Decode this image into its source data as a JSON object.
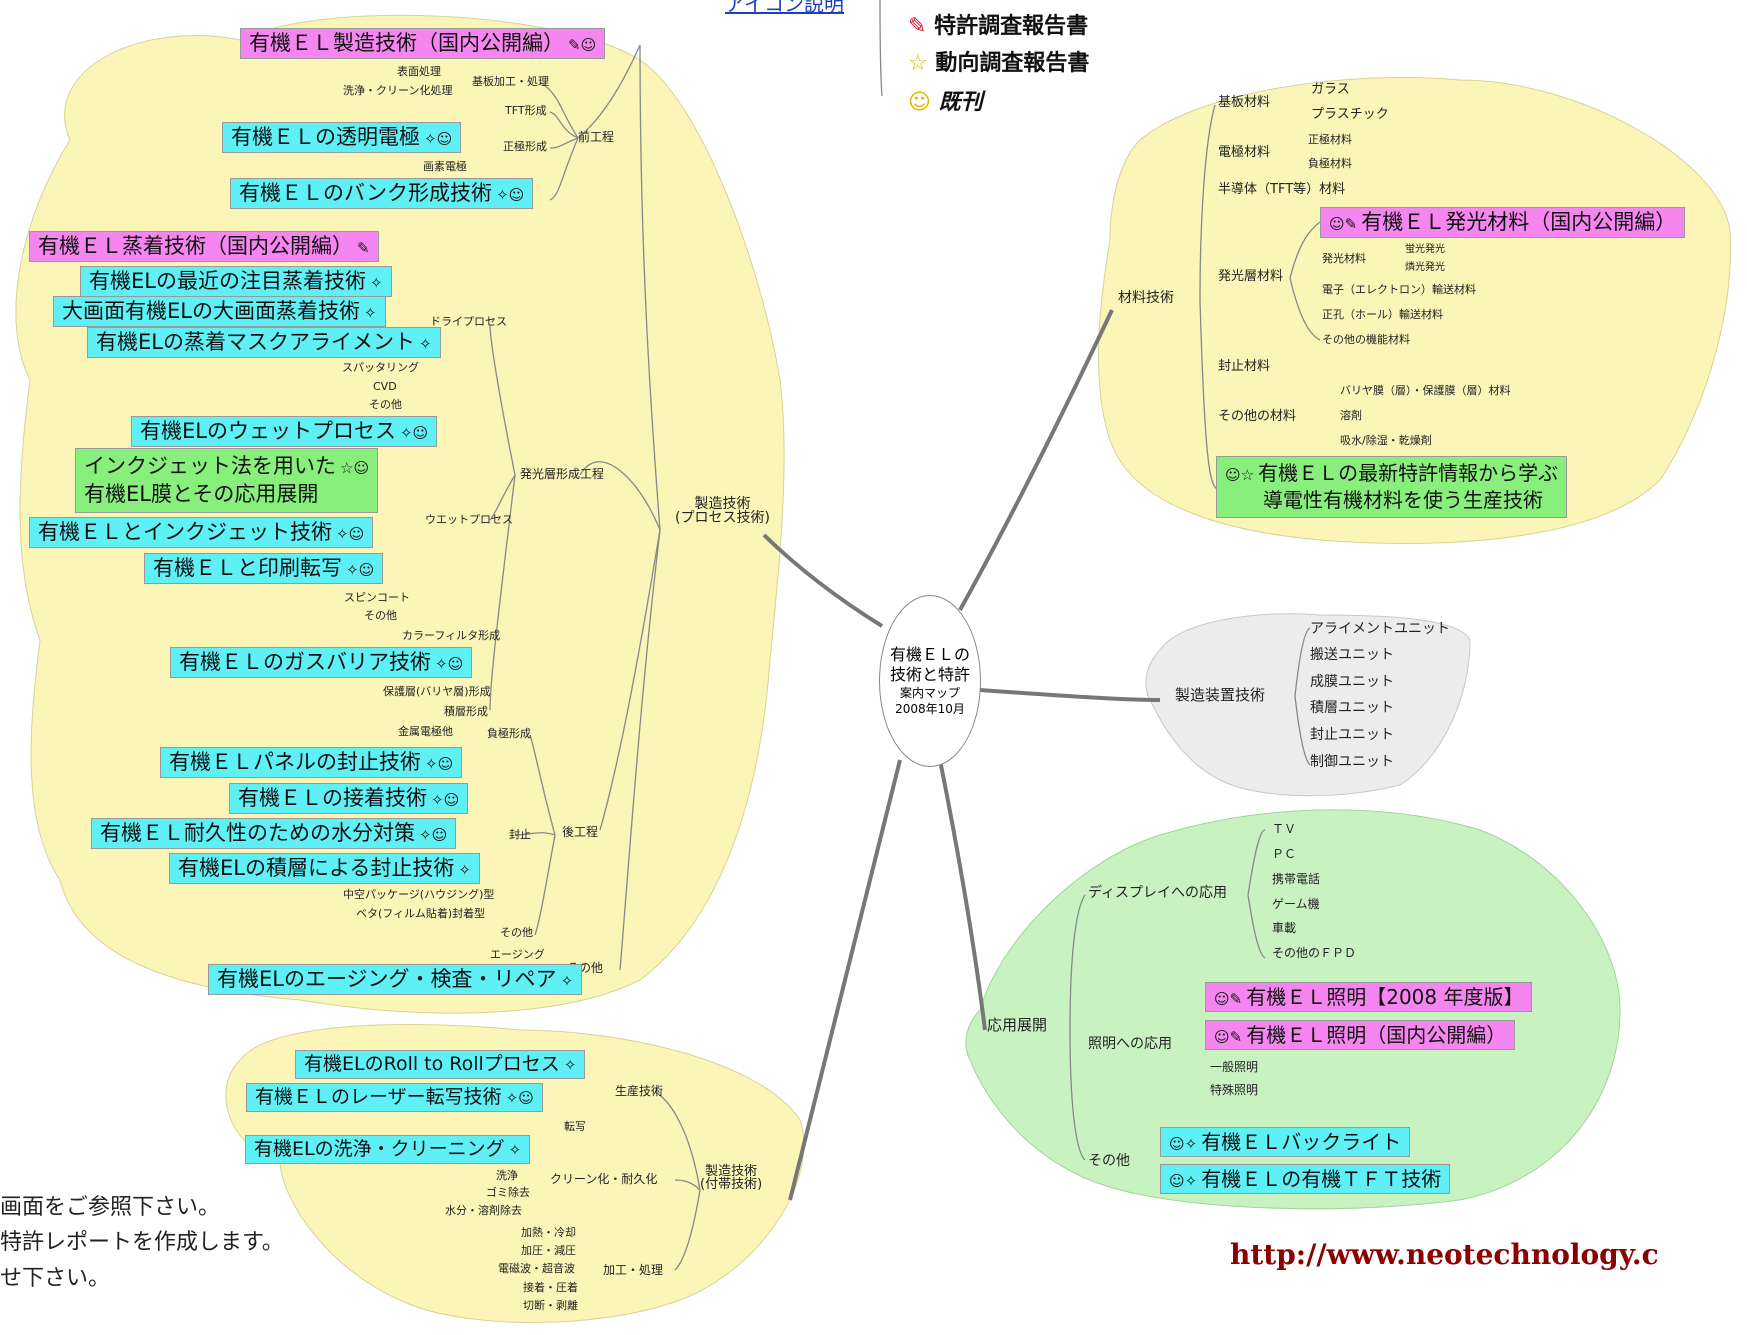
{
  "legend": {
    "title": "アイコン説明",
    "items": [
      "特許調査報告書",
      "動向調査報告書",
      "既刊"
    ]
  },
  "center": {
    "line1": "有機ＥＬの",
    "line2": "技術と特許",
    "line3": "案内マップ",
    "line4": "2008年10月"
  },
  "footer": {
    "line1": "画面をご参照下さい。",
    "line2": "特許レポートを作成します。",
    "line3": "せ下さい。",
    "url": "http://www.neotechnology.c"
  },
  "process": {
    "root": "製造技術",
    "root_sub": "(プロセス技術)",
    "pre": "前工程",
    "substrate": "基板加工・処理",
    "surface": "表面処理",
    "wash_modify": "洗浄・クリーン化処理",
    "tft": "TFT形成",
    "anode_form": "正極形成",
    "pixel_electrode": "画素電極",
    "r_domestic": "有機ＥＬ製造技術（国内公開編）",
    "r_transparent": "有機ＥＬの透明電極",
    "r_bank": "有機ＥＬのバンク形成技術",
    "emit_layer": "発光層形成工程",
    "dry": "ドライプロセス",
    "r_vapor_domestic": "有機ＥＬ蒸着技術（国内公開編）",
    "r_recent_vapor": "有機ELの最近の注目蒸着技術",
    "r_large_vapor": "大画面有機ELの大画面蒸着技術",
    "r_mask": "有機ELの蒸着マスクアライメント",
    "sputter": "スパッタリング",
    "cvd": "CVD",
    "other1": "その他",
    "wet": "ウエットプロセス",
    "r_wet": "有機ELのウェットプロセス",
    "r_inkjet_app_1": "インクジェット法を用いた",
    "r_inkjet_app_2": "有機EL膜とその応用展開",
    "r_inkjet": "有機ＥＬとインクジェット技術",
    "r_print": "有機ＥＬと印刷転写",
    "spincoat": "スピンコート",
    "other2": "その他",
    "color_filter": "カラーフィルタ形成",
    "r_gas": "有機ＥＬのガスバリア技術",
    "protect": "保護層(バリヤ層)形成",
    "stack": "積層形成",
    "post": "後工程",
    "cathode": "負極形成",
    "metal": "金属電極他",
    "seal": "封止",
    "r_panel_seal": "有機ＥＬパネルの封止技術",
    "r_adhesive": "有機ＥＬの接着技術",
    "r_moisture": "有機ＥＬ耐久性のための水分対策",
    "r_layer_seal": "有機ELの積層による封止技術",
    "hollow": "中空パッケージ(ハウジング)型",
    "solid": "ベタ(フィルム貼着)封着型",
    "other3": "その他",
    "other_root": "その他",
    "aging": "エージング",
    "r_aging": "有機ELのエージング・検査・リペア"
  },
  "incidental": {
    "root": "製造技術",
    "root_sub": "(付帯技術)",
    "production": "生産技術",
    "r_roll": "有機ELのRoll to Rollプロセス",
    "r_laser": "有機ＥＬのレーザー転写技術",
    "transfer": "転写",
    "clean": "クリーン化・耐久化",
    "r_clean": "有機ELの洗浄・クリーニング",
    "wash": "洗浄",
    "dust": "ゴミ除去",
    "water": "水分・溶剤除去",
    "processing": "加工・処理",
    "heat": "加熱・冷却",
    "press": "加圧・減圧",
    "wave": "電磁波・超音波",
    "bond": "接着・圧着",
    "cut": "切断・剥離"
  },
  "material": {
    "root": "材料技術",
    "substrate": "基板材料",
    "glass": "ガラス",
    "plastic": "プラスチック",
    "electrode": "電極材料",
    "anode": "正極材料",
    "cathode": "負極材料",
    "semi": "半導体（TFT等）材料",
    "emit": "発光層材料",
    "r_emit_domestic": "有機ＥＬ発光材料（国内公開編）",
    "emit_mat": "発光材料",
    "fluor": "蛍光発光",
    "phos": "燐光発光",
    "electron": "電子（エレクトロン）輸送材料",
    "hole": "正孔（ホール）輸送材料",
    "func": "その他の機能材料",
    "seal": "封止材料",
    "other": "その他の材料",
    "barrier": "バリヤ膜（層）・保護膜（層）材料",
    "solvent": "溶剤",
    "absorb": "吸水/除湿・乾燥剤",
    "r_conductive_1": "有機ＥＬの最新特許情報から学ぶ",
    "r_conductive_2": "導電性有機材料を使う生産技術"
  },
  "equipment": {
    "root": "製造装置技術",
    "items": [
      "アライメントユニット",
      "搬送ユニット",
      "成膜ユニット",
      "積層ユニット",
      "封止ユニット",
      "制御ユニット"
    ]
  },
  "application": {
    "root": "応用展開",
    "display": "ディスプレイへの応用",
    "display_items": [
      "ＴＶ",
      "ＰＣ",
      "携帯電話",
      "ゲーム機",
      "車載",
      "その他のＦＰＤ"
    ],
    "lighting": "照明への応用",
    "r_light_2008": "有機ＥＬ照明【2008 年度版】",
    "r_light_domestic": "有機ＥＬ照明（国内公開編）",
    "general": "一般照明",
    "special": "特殊照明",
    "other": "その他",
    "r_backlight": "有機ＥＬバックライト",
    "r_tft": "有機ＥＬの有機ＴＦＴ技術"
  },
  "icons": {
    "pen": "pen-icon",
    "star": "star-icon",
    "smile": "smile-icon",
    "wand": "wand-icon"
  },
  "colors": {
    "report_patent": "#f586ef",
    "report_trend": "#88ef7d",
    "report_other": "#5ff0f6",
    "cloud_yellow": "#fbf5b8",
    "cloud_gray": "#ececec",
    "cloud_green": "#c8f3c0",
    "url": "#8b0000"
  }
}
